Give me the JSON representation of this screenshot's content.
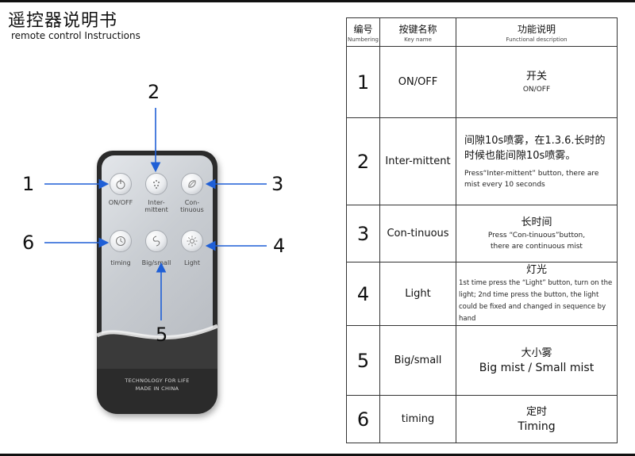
{
  "header": {
    "title_cn": "遥控器说明书",
    "title_en": "remote control  Instructions"
  },
  "remote": {
    "buttons": [
      {
        "label": "ON/OFF",
        "icon": "power-icon"
      },
      {
        "label": "Inter-\nmittent",
        "icon": "mist-dots-icon"
      },
      {
        "label": "Con-\ntinuous",
        "icon": "mist-leaf-icon"
      },
      {
        "label": "timing",
        "icon": "clock-icon"
      },
      {
        "label": "Big/small",
        "icon": "mist-swirl-icon"
      },
      {
        "label": "Light",
        "icon": "sun-icon"
      }
    ],
    "footer_line1": "TECHNOLOGY FOR LIFE",
    "footer_line2": "MADE IN CHINA"
  },
  "callouts": [
    "1",
    "2",
    "3",
    "4",
    "5",
    "6"
  ],
  "table": {
    "headers": {
      "number_cn": "编号",
      "number_en": "Numbering",
      "key_cn": "按键名称",
      "key_en": "Key name",
      "func_cn": "功能说明",
      "func_en": "Functional description"
    },
    "rows": [
      {
        "num": "1",
        "key": "ON/OFF",
        "cn": "开关",
        "en": "ON/OFF"
      },
      {
        "num": "2",
        "key": "Inter-mittent",
        "cn": "间隙10s喷雾，在1.3.6.长时的时候也能间隙10s喷雾。",
        "en": "Press“Inter-mittent” button, there are mist every 10 seconds"
      },
      {
        "num": "3",
        "key": "Con-tinuous",
        "cn": "长时间",
        "en": "Press “Con-tinuous”button, there are continuous mist"
      },
      {
        "num": "4",
        "key": "Light",
        "cn": "灯光",
        "en": "1st time press the “Light” button, turn on the light; 2nd time press the button, the light could be fixed and changed in sequence by hand"
      },
      {
        "num": "5",
        "key": "Big/small",
        "cn": "大小雾",
        "en": "Big mist / Small mist"
      },
      {
        "num": "6",
        "key": "timing",
        "cn": "定时",
        "en": "Timing"
      }
    ]
  },
  "colors": {
    "arrow": "#1f5fd6",
    "remote_body": "#2b2b2b",
    "remote_face": "#c9cdd2"
  }
}
